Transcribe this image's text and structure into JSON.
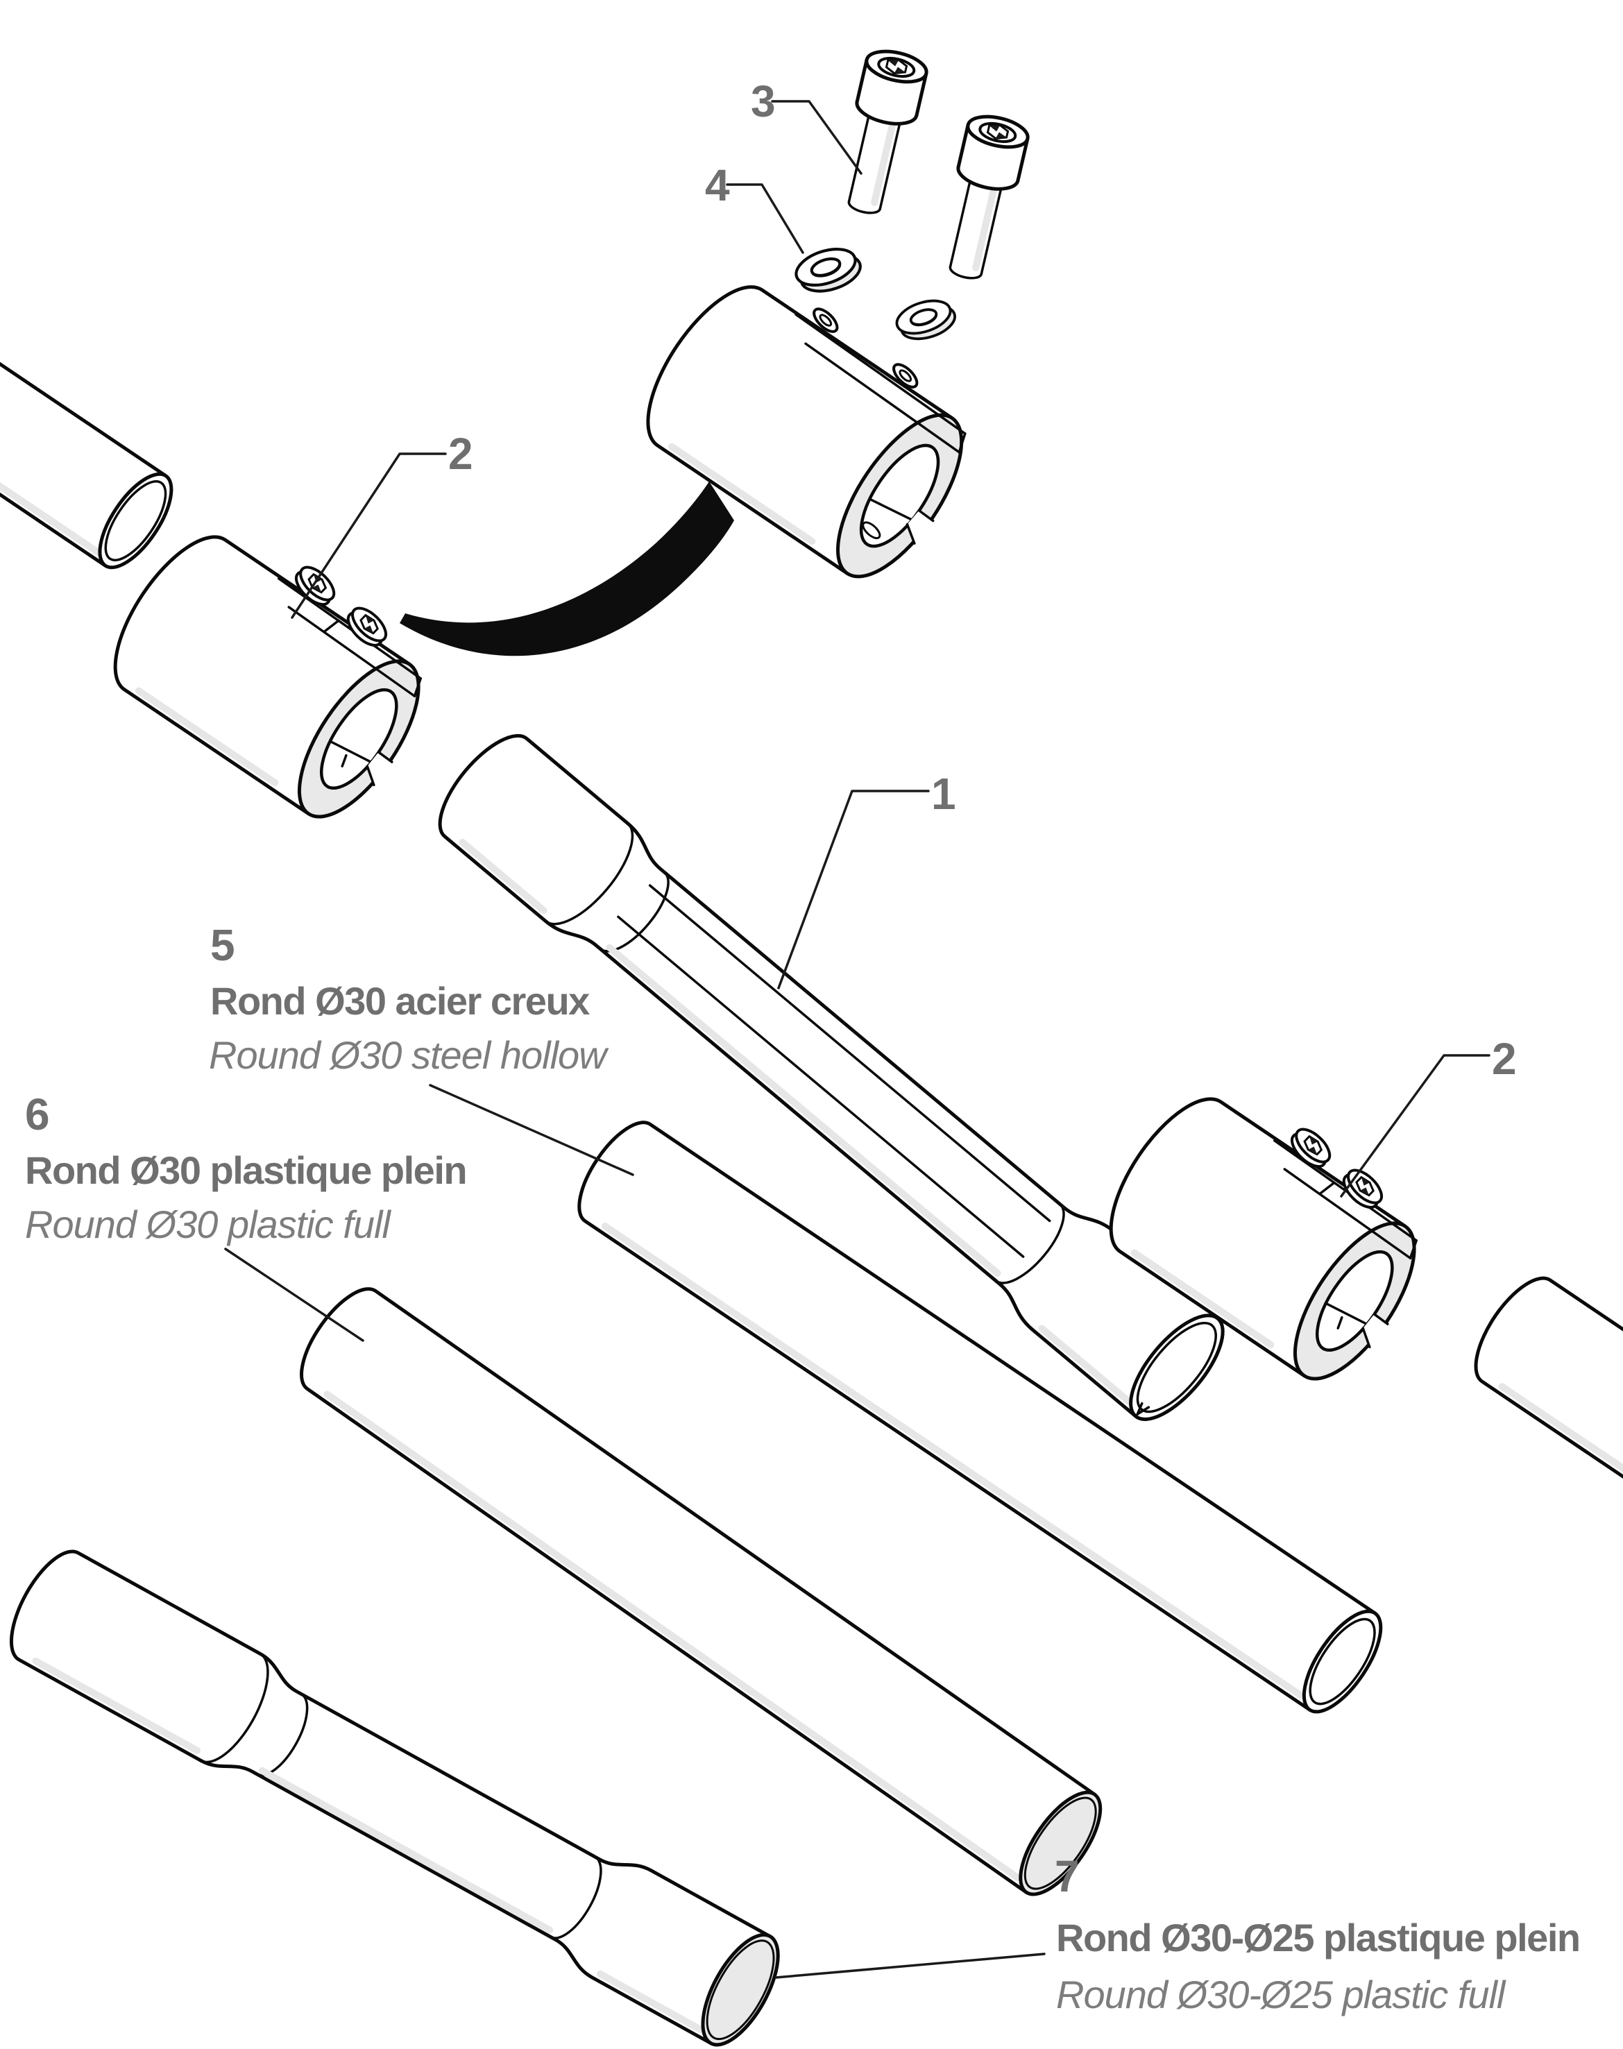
{
  "figure": {
    "type": "exploded-assembly-diagram",
    "background": "#ffffff",
    "line_color": "#0a0a0a",
    "label_color": "#6f6f6f",
    "label_color_italic": "#7d7d7d",
    "shade_color": "#e9e9e9",
    "arrow_color": "#0d0d0d"
  },
  "callouts": {
    "c1": {
      "num": "1"
    },
    "c2a": {
      "num": "2"
    },
    "c2b": {
      "num": "2"
    },
    "c3": {
      "num": "3"
    },
    "c4": {
      "num": "4"
    },
    "c5": {
      "num": "5",
      "fr": "Rond Ø30 acier creux",
      "en": "Round Ø30 steel hollow"
    },
    "c6": {
      "num": "6",
      "fr": "Rond Ø30 plastique plein",
      "en": "Round Ø30 plastic full"
    },
    "c7": {
      "num": "7",
      "fr": "Rond Ø30-Ø25 plastique plein",
      "en": "Round Ø30-Ø25 plastic full"
    }
  }
}
